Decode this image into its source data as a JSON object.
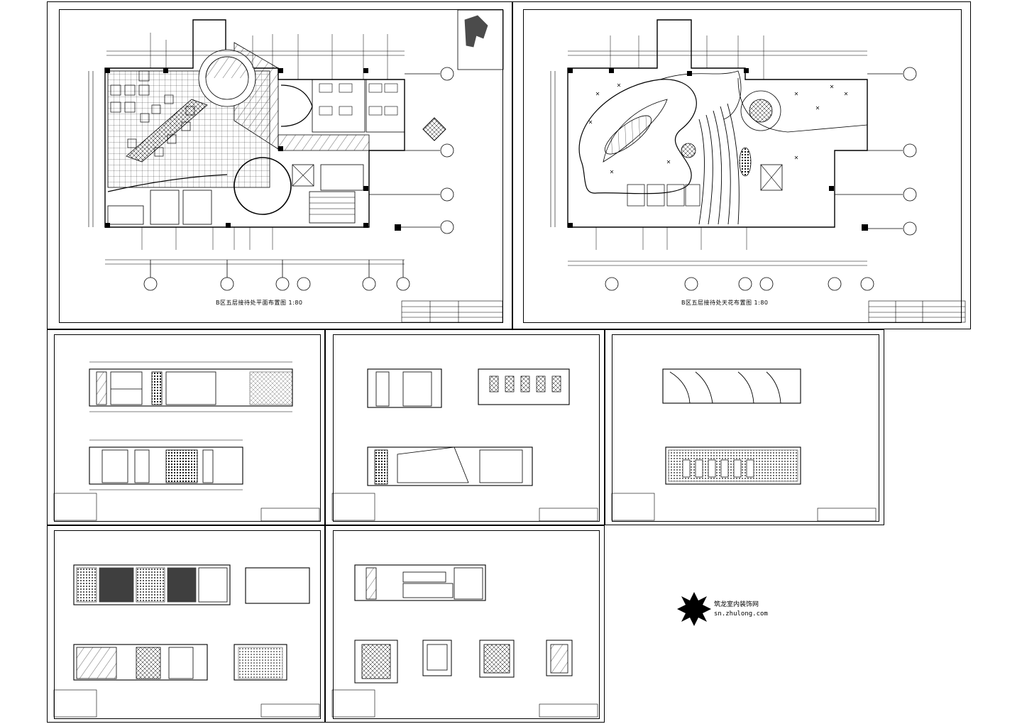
{
  "sheets": {
    "floor_plan": {
      "title": "B区五层接待处平面布置图  1:80"
    },
    "ceiling_plan": {
      "title": "B区五层接待处天花布置图  1:80"
    }
  },
  "watermark": {
    "line1": "筑龙室内装饰网",
    "line2": "sn.zhulong.com"
  }
}
